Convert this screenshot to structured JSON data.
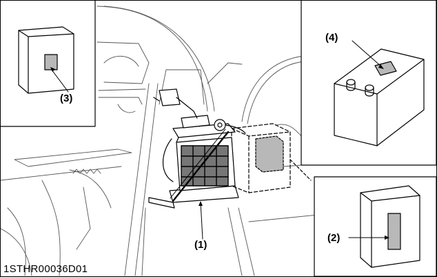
{
  "figure": {
    "code": "1STHR00036D01"
  },
  "callouts": {
    "c1": "(1)",
    "c2": "(2)",
    "c3": "(3)",
    "c4": "(4)"
  },
  "colors": {
    "line": "#000000",
    "label_fill": "#b8b8b8",
    "background": "#ffffff"
  },
  "icons": [
    "battery-icon",
    "fuse-box-icon",
    "relay-box-icon",
    "label-sticker-icon"
  ]
}
